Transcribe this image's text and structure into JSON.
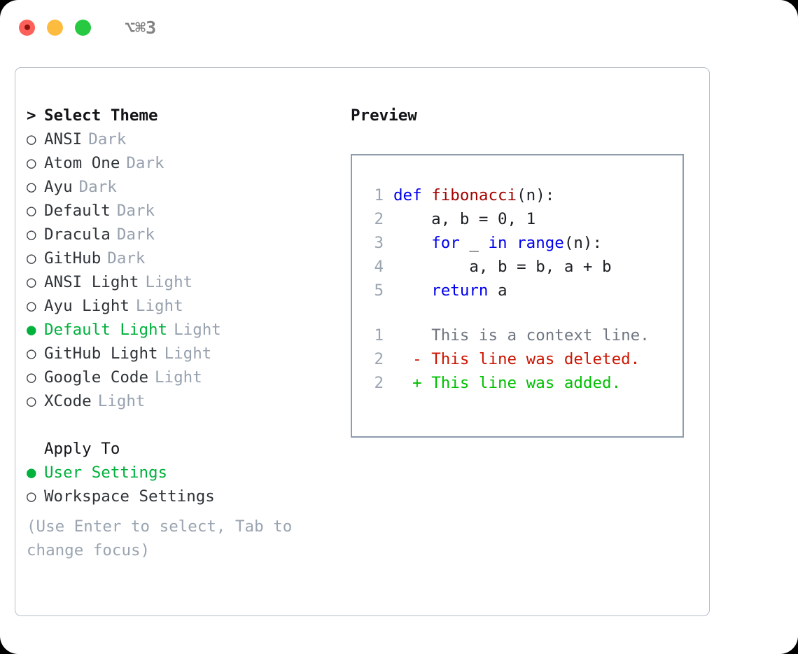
{
  "titlebar": {
    "lights": [
      "close",
      "minimize",
      "maximize"
    ],
    "shortcut": "⌥⌘3"
  },
  "left_panel": {
    "header": {
      "prompt": ">",
      "title": "Select Theme"
    },
    "themes": [
      {
        "marker": "○",
        "name": "ANSI",
        "badge": "Dark",
        "selected": false
      },
      {
        "marker": "○",
        "name": "Atom One",
        "badge": "Dark",
        "selected": false
      },
      {
        "marker": "○",
        "name": "Ayu",
        "badge": "Dark",
        "selected": false
      },
      {
        "marker": "○",
        "name": "Default",
        "badge": "Dark",
        "selected": false
      },
      {
        "marker": "○",
        "name": "Dracula",
        "badge": "Dark",
        "selected": false
      },
      {
        "marker": "○",
        "name": "GitHub",
        "badge": "Dark",
        "selected": false
      },
      {
        "marker": "○",
        "name": "ANSI Light",
        "badge": "Light",
        "selected": false
      },
      {
        "marker": "○",
        "name": "Ayu Light",
        "badge": "Light",
        "selected": false
      },
      {
        "marker": "●",
        "name": "Default Light",
        "badge": "Light",
        "selected": true
      },
      {
        "marker": "○",
        "name": "GitHub Light",
        "badge": "Light",
        "selected": false
      },
      {
        "marker": "○",
        "name": "Google Code",
        "badge": "Light",
        "selected": false
      },
      {
        "marker": "○",
        "name": "XCode",
        "badge": "Light",
        "selected": false
      }
    ],
    "apply_to": {
      "title": "Apply To",
      "options": [
        {
          "marker": "●",
          "label": "User Settings",
          "selected": true
        },
        {
          "marker": "○",
          "label": "Workspace Settings",
          "selected": false
        }
      ]
    },
    "hint": "(Use Enter to select, Tab to change focus)"
  },
  "right_panel": {
    "title": "Preview",
    "code_lines": [
      {
        "num": "1",
        "tokens": [
          {
            "t": "def ",
            "c": "kw"
          },
          {
            "t": "fibonacci",
            "c": "fn"
          },
          {
            "t": "(n):",
            "c": "plain"
          }
        ]
      },
      {
        "num": "2",
        "tokens": [
          {
            "t": "    a, b = 0, 1",
            "c": "plain"
          }
        ]
      },
      {
        "num": "3",
        "tokens": [
          {
            "t": "    ",
            "c": "plain"
          },
          {
            "t": "for",
            "c": "kw"
          },
          {
            "t": " _ ",
            "c": "plain"
          },
          {
            "t": "in",
            "c": "kw"
          },
          {
            "t": " ",
            "c": "plain"
          },
          {
            "t": "range",
            "c": "kw"
          },
          {
            "t": "(n):",
            "c": "plain"
          }
        ]
      },
      {
        "num": "4",
        "tokens": [
          {
            "t": "        a, b = b, a + b",
            "c": "plain"
          }
        ]
      },
      {
        "num": "5",
        "tokens": [
          {
            "t": "    ",
            "c": "plain"
          },
          {
            "t": "return",
            "c": "kw"
          },
          {
            "t": " a",
            "c": "plain"
          }
        ]
      }
    ],
    "diff_lines": [
      {
        "num": "1",
        "sign": " ",
        "text": "This is a context line.",
        "kind": "context"
      },
      {
        "num": "2",
        "sign": "-",
        "text": "This line was deleted.",
        "kind": "deleted"
      },
      {
        "num": "2",
        "sign": "+",
        "text": "This line was added.",
        "kind": "added"
      }
    ]
  },
  "colors": {
    "accent_green": "#00b13c",
    "badge_grey": "#97a1ae",
    "keyword_blue": "#0000ee",
    "function_red": "#a40000",
    "diff_deleted": "#cc1400",
    "diff_added": "#00c000",
    "border": "#b6bfc9",
    "preview_border": "#8e9cab"
  }
}
